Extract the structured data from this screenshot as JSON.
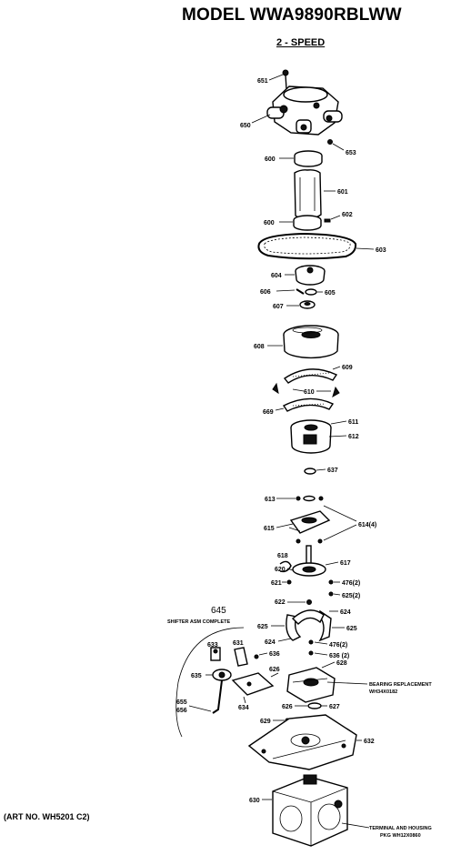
{
  "header": {
    "title": "MODEL WWA9890RBLWW",
    "subtitle": "2 - SPEED"
  },
  "footer": {
    "art_no": "(ART NO. WH5201 C2)"
  },
  "callouts": {
    "c651": "651",
    "c650": "650",
    "c653": "653",
    "c600a": "600",
    "c601": "601",
    "c602": "602",
    "c600b": "600",
    "c603": "603",
    "c604": "604",
    "c606": "606",
    "c605": "605",
    "c607": "607",
    "c608": "608",
    "c609": "609",
    "c610": "610",
    "c669": "669",
    "c611": "611",
    "c612": "612",
    "c637": "637",
    "c613": "613",
    "c615": "615",
    "c614": "614(4)",
    "c618": "618",
    "c617": "617",
    "c620": "620",
    "c621": "621",
    "c476a": "476(2)",
    "c625a": "625(2)",
    "c622": "622",
    "c624a": "624",
    "c625b": "625",
    "c625c": "625",
    "c624b": "624",
    "c476b": "476(2)",
    "c633": "633",
    "c631": "631",
    "c636": "636",
    "c635": "635",
    "c626": "626",
    "c628": "628",
    "c655": "655",
    "c656": "656",
    "c634": "634",
    "c626b": "626",
    "c627": "627",
    "c629": "629",
    "c632": "632",
    "c630": "630",
    "c636b": "636 (2)"
  },
  "notes": {
    "shifter_num": "645",
    "shifter_text": "SHIFTER ASM COMPLETE",
    "bearing_line1": "BEARING REPLACEMENT",
    "bearing_line2": "WH34X0182",
    "terminal_line1": "TERMINAL AND HOUSING",
    "terminal_line2": "PKG WH12X0860"
  }
}
